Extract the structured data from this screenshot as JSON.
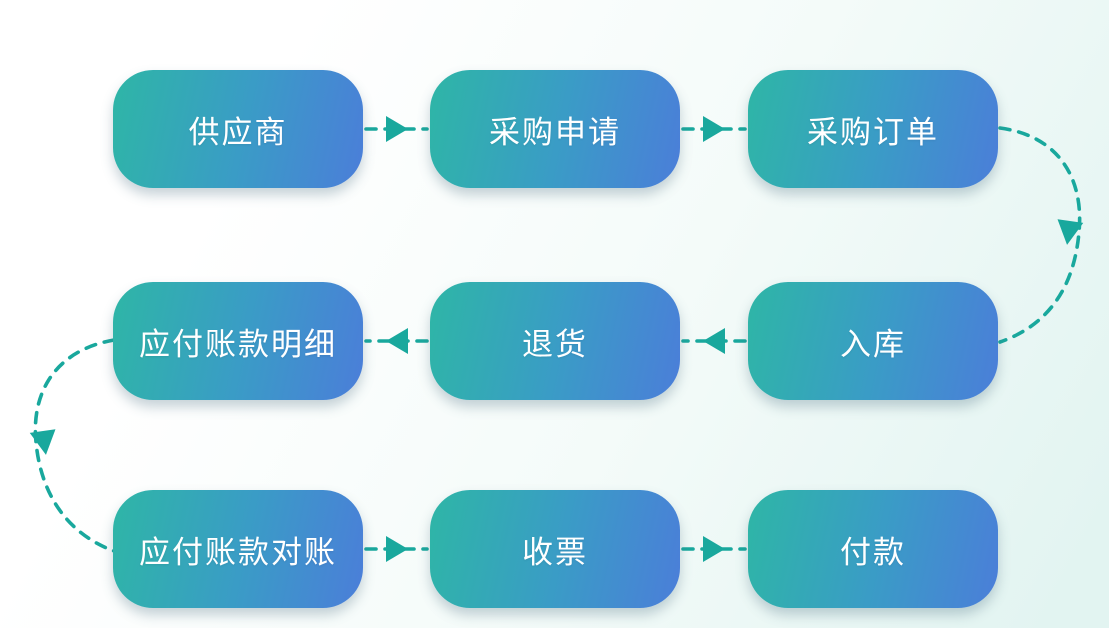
{
  "diagram_title": "purchase-to-pay-flowchart",
  "nodes": [
    {
      "id": "supplier",
      "label": "供应商"
    },
    {
      "id": "purchase-request",
      "label": "采购申请"
    },
    {
      "id": "purchase-order",
      "label": "采购订单"
    },
    {
      "id": "payable-details",
      "label": "应付账款明细"
    },
    {
      "id": "return-goods",
      "label": "退货"
    },
    {
      "id": "stock-in",
      "label": "入库"
    },
    {
      "id": "payable-reconciliation",
      "label": "应付账款对账"
    },
    {
      "id": "invoice-receipt",
      "label": "收票"
    },
    {
      "id": "payment",
      "label": "付款"
    }
  ],
  "connectors": [
    {
      "from": "supplier",
      "to": "purchase-request",
      "style": "dashed-arrow",
      "direction": "right"
    },
    {
      "from": "purchase-request",
      "to": "purchase-order",
      "style": "dashed-arrow",
      "direction": "right"
    },
    {
      "from": "purchase-order",
      "to": "stock-in",
      "style": "dashed-arrow",
      "direction": "curve-down-right-side"
    },
    {
      "from": "stock-in",
      "to": "return-goods",
      "style": "dashed-arrow",
      "direction": "left"
    },
    {
      "from": "return-goods",
      "to": "payable-details",
      "style": "dashed-arrow",
      "direction": "left"
    },
    {
      "from": "payable-details",
      "to": "payable-reconciliation",
      "style": "dashed-arrow",
      "direction": "curve-down-left-side"
    },
    {
      "from": "payable-reconciliation",
      "to": "invoice-receipt",
      "style": "dashed-arrow",
      "direction": "right"
    },
    {
      "from": "invoice-receipt",
      "to": "payment",
      "style": "dashed-arrow",
      "direction": "right"
    }
  ],
  "colors": {
    "node_gradient_start": "#2eb6a6",
    "node_gradient_mid": "#3a9cc6",
    "node_gradient_end": "#4b7ed9",
    "arrow_teal": "#19a89d",
    "node_text": "#ffffff",
    "background_start": "#ffffff",
    "background_mid": "#f4fbf9",
    "background_end": "#e2f4f1"
  }
}
